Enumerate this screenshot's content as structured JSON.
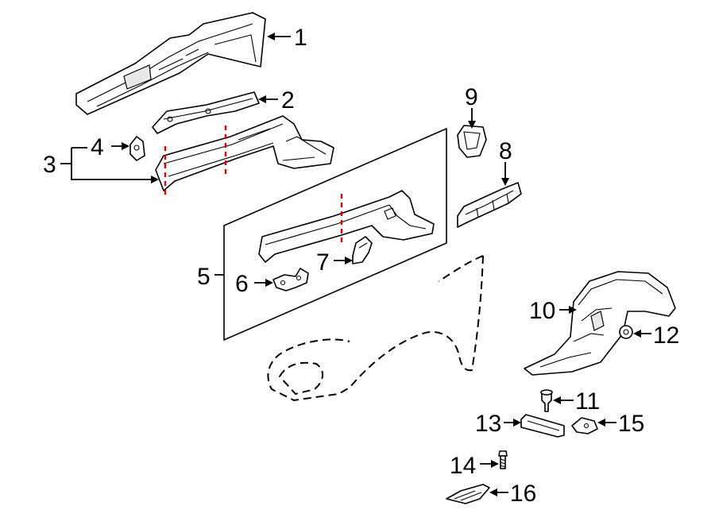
{
  "callouts": {
    "c1": "1",
    "c2": "2",
    "c3": "3",
    "c4": "4",
    "c5": "5",
    "c6": "6",
    "c7": "7",
    "c8": "8",
    "c9": "9",
    "c10": "10",
    "c11": "11",
    "c12": "12",
    "c13": "13",
    "c14": "14",
    "c15": "15",
    "c16": "16"
  },
  "colors": {
    "line": "#000000",
    "cut_line": "#e00000",
    "background": "#ffffff"
  }
}
